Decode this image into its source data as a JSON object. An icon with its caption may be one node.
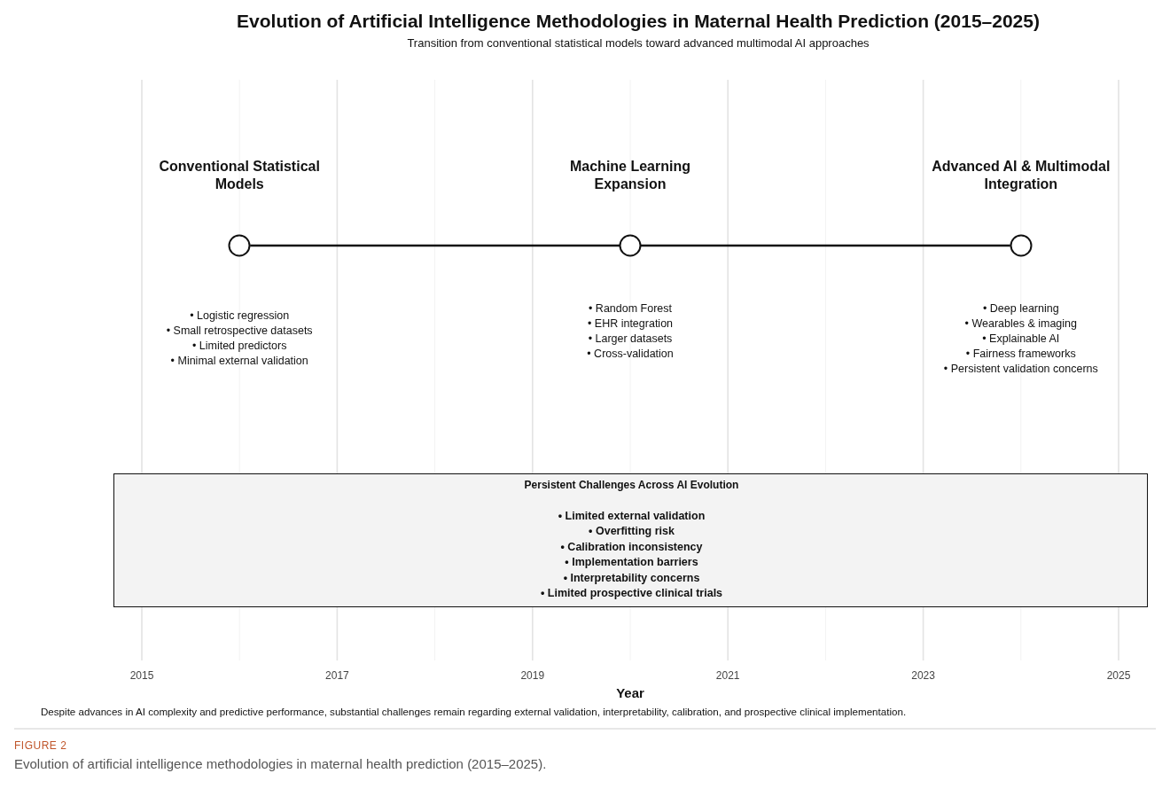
{
  "diagram": {
    "title": "Evolution of Artificial Intelligence Methodologies in Maternal Health Prediction (2015–2025)",
    "caption": "Evolution of artificial intelligence methodologies in maternal health prediction (2015–2025).",
    "nodes": [
      {
        "text": [],
        "shape": "circle",
        "beside": [
          "Conventional Statistical Models",
          "• Logistic regression",
          "• Small retrospective datasets",
          "• Limited predictors",
          "• Minimal external validation"
        ]
      },
      {
        "text": [],
        "shape": "circle",
        "beside": [
          "Machine Learning Expansion",
          "• Random Forest",
          "• EHR integration",
          "• Larger datasets",
          "• Cross-validation"
        ]
      },
      {
        "text": [],
        "shape": "circle",
        "beside": [
          "Advanced AI & Multimodal Integration",
          "• Deep learning",
          "• Wearables & imaging",
          "• Explainable AI",
          "• Fairness frameworks",
          "• Persistent validation concerns"
        ]
      },
      {
        "text": [
          "Persistent Challenges Across AI Evolution",
          "• Limited external validation",
          "• Overfitting risk",
          "• Calibration inconsistency",
          "• Implementation barriers",
          "• Interpretability concerns",
          "• Limited prospective clinical trials"
        ]
      }
    ],
    "edges": [
      {
        "from": 0,
        "to": 1,
        "arrow": "none"
      },
      {
        "from": 1,
        "to": 2,
        "arrow": "none"
      }
    ],
    "labels": [
      "Transition from conventional statistical models toward advanced multimodal AI approaches",
      "2015",
      "2017",
      "2019",
      "2021",
      "2023",
      "2025",
      "Year",
      "Despite advances in AI complexity and predictive performance, substantial challenges remain regarding external validation, interpretability, calibration, and prospective clinical implementation.",
      "FIGURE 2"
    ]
  }
}
